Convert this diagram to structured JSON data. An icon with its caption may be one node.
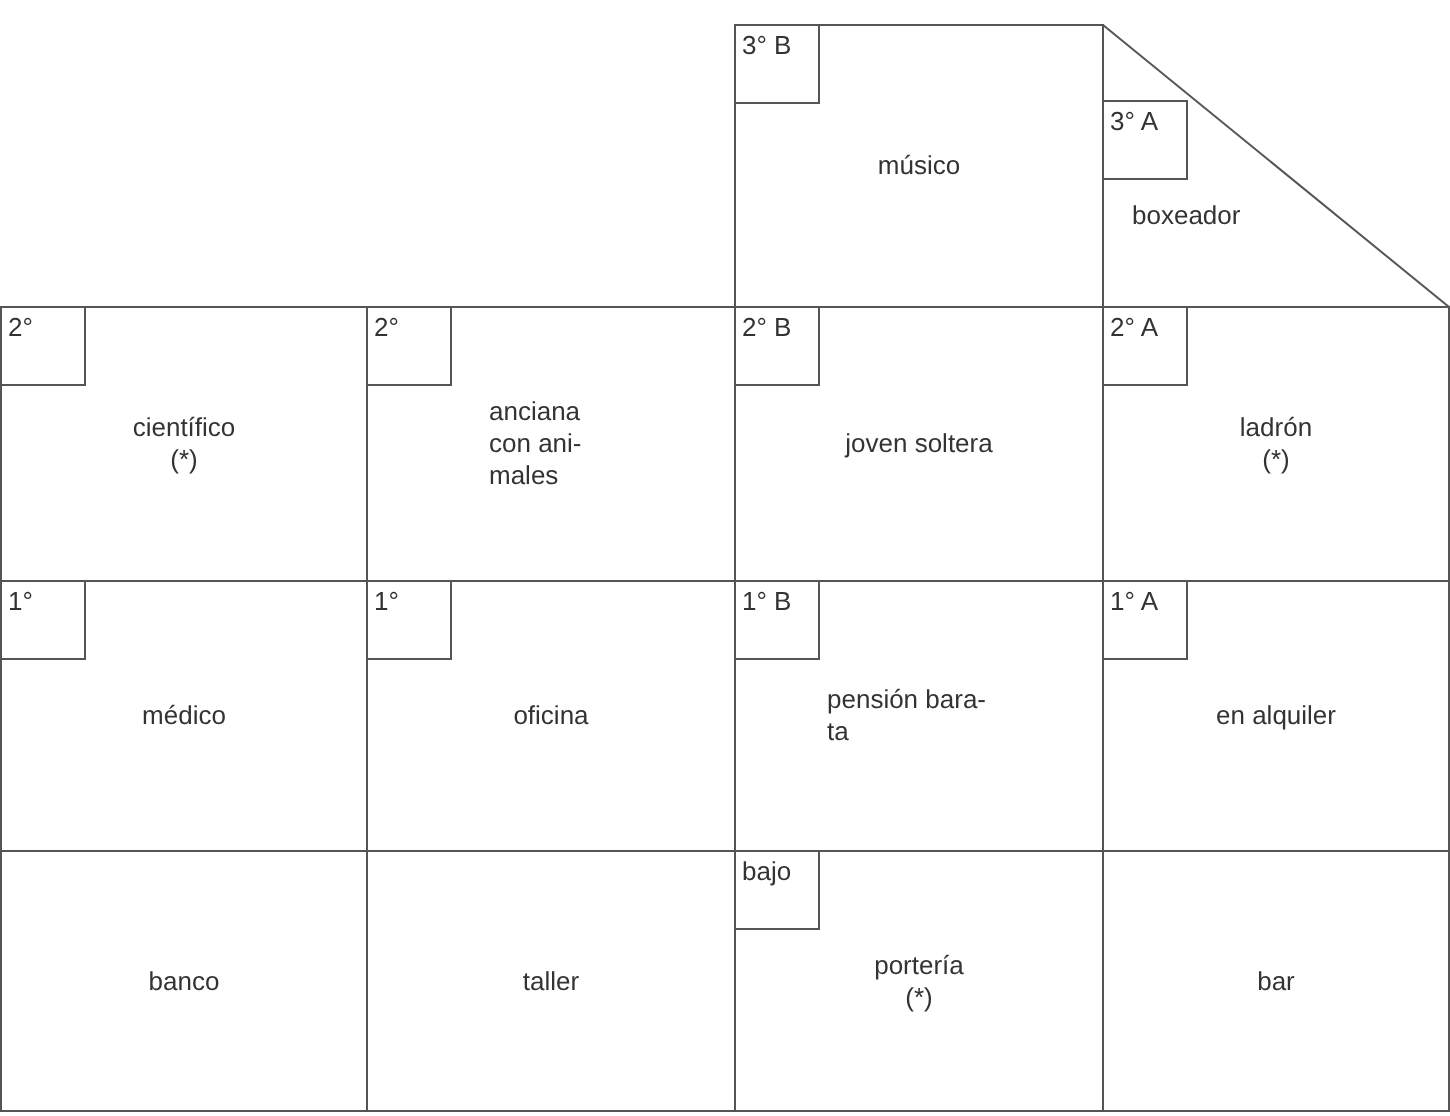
{
  "diagram": {
    "nodes": [
      {
        "text": [
          "músico"
        ]
      },
      {
        "text": [
          "3° B"
        ],
        "in": 0
      },
      {
        "text": [
          "boxeador"
        ]
      },
      {
        "text": [
          "3° A"
        ],
        "in": 2
      },
      {
        "text": [
          "científico",
          "(*)"
        ]
      },
      {
        "text": [
          "2°"
        ],
        "in": 4
      },
      {
        "text": [
          "anciana con ani- males"
        ]
      },
      {
        "text": [
          "2°"
        ],
        "in": 6
      },
      {
        "text": [
          "joven soltera"
        ]
      },
      {
        "text": [
          "2° B"
        ],
        "in": 8
      },
      {
        "text": [
          "ladrón",
          "(*)"
        ]
      },
      {
        "text": [
          "2° A"
        ],
        "in": 10
      },
      {
        "text": [
          "médico"
        ]
      },
      {
        "text": [
          "1°"
        ],
        "in": 12
      },
      {
        "text": [
          "oficina"
        ]
      },
      {
        "text": [
          "1°"
        ],
        "in": 14
      },
      {
        "text": [
          "pensión bara- ta"
        ]
      },
      {
        "text": [
          "1° B"
        ],
        "in": 16
      },
      {
        "text": [
          "en alquiler"
        ]
      },
      {
        "text": [
          "1° A"
        ],
        "in": 18
      },
      {
        "text": [
          "banco"
        ]
      },
      {
        "text": [
          "taller"
        ]
      },
      {
        "text": [
          "portería",
          "(*)"
        ]
      },
      {
        "text": [
          "bajo"
        ],
        "in": 22
      },
      {
        "text": [
          "bar"
        ]
      }
    ]
  }
}
